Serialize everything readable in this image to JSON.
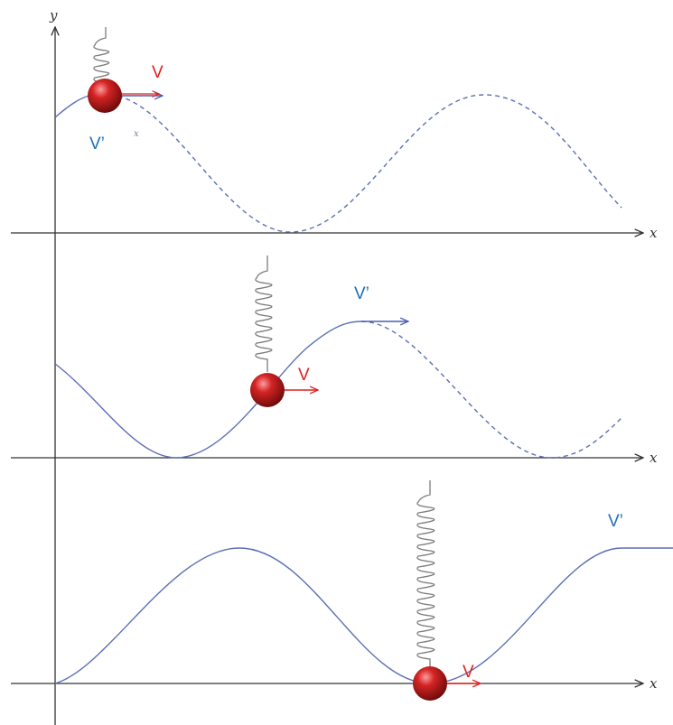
{
  "labels": {
    "y_axis": "y",
    "x_axis": "x",
    "small_x": "x",
    "velocity": "V",
    "velocity_prime": "V’"
  },
  "colors": {
    "wave": "#5b6fb4",
    "velocity": "#e02020",
    "velocity_prime": "#1f6fb5",
    "axis": "#333333",
    "spring": "#7d7d7d",
    "ball": "#c41e1e"
  }
}
